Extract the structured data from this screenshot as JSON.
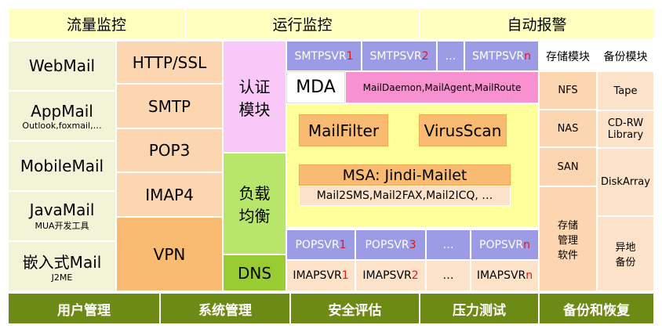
{
  "header": {
    "traffic": "流量监控",
    "runtime": "运行监控",
    "alarm": "自动报警"
  },
  "clients": {
    "webmail": "WebMail",
    "appmail": "AppMail",
    "appmail_sub": "Outlook,foxmail,…",
    "mobilemail": "MobileMail",
    "javamail": "JavaMail",
    "javamail_sub": "MUA开发工具",
    "embedded": "嵌入式Mail",
    "embedded_sub": "J2ME"
  },
  "protocols": {
    "http": "HTTP/SSL",
    "smtp": "SMTP",
    "pop3": "POP3",
    "imap4": "IMAP4",
    "vpn": "VPN"
  },
  "middle": {
    "auth_line1": "认证",
    "auth_line2": "模块",
    "lb_line1": "负载",
    "lb_line2": "均衡",
    "dns": "DNS"
  },
  "core": {
    "smtpsvr_prefix": "SMTPSVR",
    "smtpsvr_1": "1",
    "smtpsvr_2": "2",
    "smtpsvr_n": "n",
    "ellipsis": "…",
    "mda": "MDA",
    "mda_detail": "MailDaemon,MailAgent,MailRoute",
    "mailfilter": "MailFilter",
    "virusscan": "VirusScan",
    "msa_title": "MSA: Jindi-Mailet",
    "msa_detail": "Mail2SMS,Mail2FAX,Mail2ICQ, …",
    "popsvr_prefix": "POPSVR",
    "popsvr_1": "1",
    "popsvr_3": "3",
    "popsvr_n": "n",
    "imapsvr_prefix": "IMAPSVR",
    "imapsvr_1": "1",
    "imapsvr_2": "2",
    "imapsvr_n": "n"
  },
  "storage": {
    "title": "存储模块",
    "nfs": "NFS",
    "nas": "NAS",
    "san": "SAN",
    "software_l1": "存储",
    "software_l2": "管理",
    "software_l3": "软件"
  },
  "backup": {
    "title": "备份模块",
    "tape": "Tape",
    "cdrw_l1": "CD-RW",
    "cdrw_l2": "Library",
    "diskarray": "DiskArray",
    "offsite_l1": "异地",
    "offsite_l2": "备份"
  },
  "footer": {
    "user": "用户管理",
    "system": "系统管理",
    "security": "安全评估",
    "stress": "压力测试",
    "backup": "备份和恢复"
  }
}
